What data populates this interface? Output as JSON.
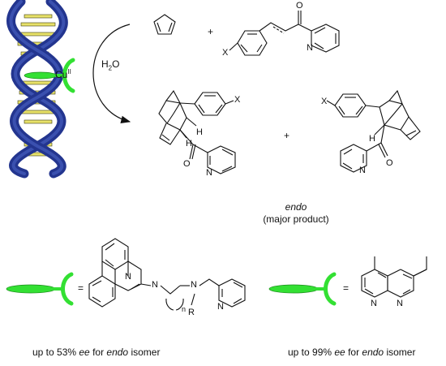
{
  "catalyst": {
    "metal": "Cu",
    "oxidation_state": "II"
  },
  "arrow": {
    "solvent_main": "H",
    "solvent_sub": "2",
    "solvent_tail": "O"
  },
  "reaction": {
    "plus_reactants": "+",
    "plus_products": "+",
    "substituent": "X",
    "carbonyl_O": "O",
    "ring_N": "N",
    "H_label": "H"
  },
  "product_note": {
    "main": "endo",
    "sub": "(major product)"
  },
  "ligand_left": {
    "equals": "=",
    "N_ring": "N",
    "N_amine1": "N",
    "N_amine2": "N",
    "N_pyridine": "N",
    "subscript_n": "n",
    "R_group": "R",
    "caption_prefix": "up to 53% ",
    "caption_ee": "ee",
    "caption_mid": " for ",
    "caption_endo": "endo",
    "caption_suffix": " isomer"
  },
  "ligand_right": {
    "equals": "=",
    "N_left": "N",
    "N_right": "N",
    "caption_prefix": "up to 99% ",
    "caption_ee": "ee",
    "caption_mid": " for ",
    "caption_endo": "endo",
    "caption_suffix": " isomer"
  },
  "colors": {
    "dna_blue": "#23358f",
    "dna_base": "#e8e26a",
    "ligand_green": "#33e033",
    "ink": "#111111"
  }
}
